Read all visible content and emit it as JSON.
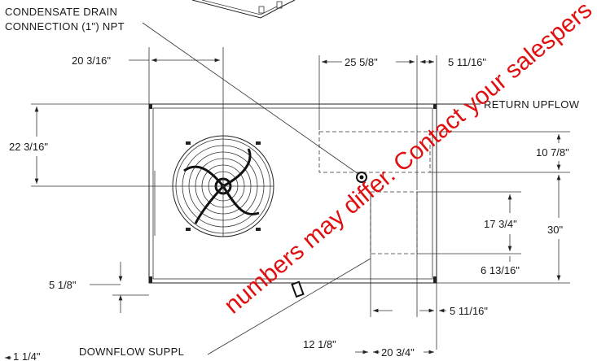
{
  "labels": {
    "condensate_line1": "CONDENSATE DRAIN",
    "condensate_line2": "CONNECTION (1\") NPT",
    "return_upflow": "RETURN UPFLOW",
    "downflow_supply": "DOWNFLOW SUPPL"
  },
  "dimensions": {
    "d_20_3_16": "20 3/16\"",
    "d_25_5_8": "25 5/8\"",
    "d_5_11_16_top": "5 11/16\"",
    "d_22_3_16": "22 3/16\"",
    "d_10_7_8": "10 7/8\"",
    "d_17_3_4": "17 3/4\"",
    "d_30": "30\"",
    "d_6_13_16": "6 13/16\"",
    "d_5_1_8": "5 1/8\"",
    "d_5_11_16_bottom": "5 11/16\"",
    "d_12_1_8": "12 1/8\"",
    "d_20_3_4": "20 3/4\"",
    "d_1_1_4": "1 1/4\""
  },
  "watermark": {
    "text_left": "numbers may differ. Contact your salespers",
    "color": "#e01010"
  }
}
